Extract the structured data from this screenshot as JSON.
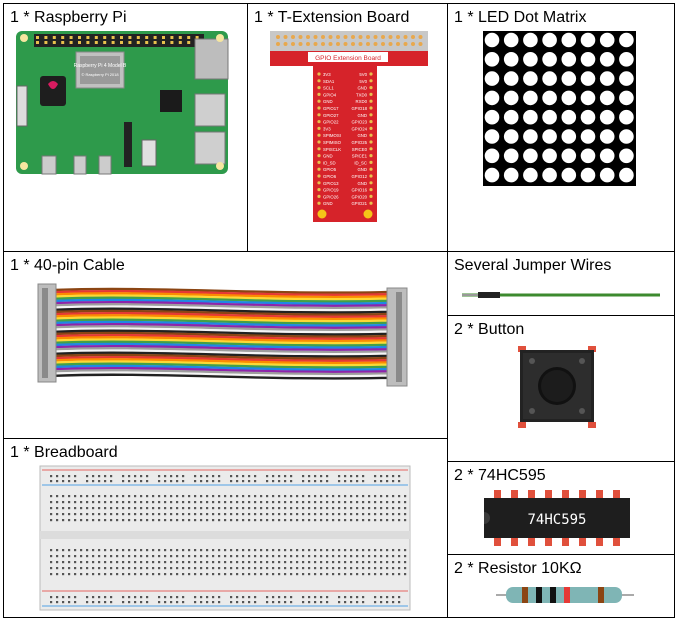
{
  "components": {
    "raspberry_pi": {
      "label": "1 * Raspberry Pi",
      "chip_text": "Raspberry Pi 4 Model B",
      "brand": "© Raspberry Pi 2018"
    },
    "t_extension": {
      "label": "1 * T-Extension Board",
      "board_title": "GPIO Extension Board",
      "left_pins": [
        "3V3",
        "SDA1",
        "SCL1",
        "GPIO4",
        "GND",
        "GPIO17",
        "GPIO27",
        "GPIO22",
        "3V3",
        "SPIMOSI",
        "SPIMISO",
        "SPISCLK",
        "GND",
        "ID_SD",
        "GPIO5",
        "GPIO6",
        "GPIO13",
        "GPIO19",
        "GPIO26",
        "GND"
      ],
      "right_pins": [
        "5V0",
        "5V0",
        "GND",
        "TXD0",
        "RXD0",
        "GPIO18",
        "GND",
        "GPIO23",
        "GPIO24",
        "GND",
        "GPIO25",
        "SPICE0",
        "SPICE1",
        "ID_SC",
        "GND",
        "GPIO12",
        "GND",
        "GPIO16",
        "GPIO20",
        "GPIO21"
      ]
    },
    "led_matrix": {
      "label": "1 * LED Dot Matrix",
      "rows": 8,
      "cols": 8
    },
    "cable": {
      "label": "1 * 40-pin Cable"
    },
    "jumper": {
      "label": "Several Jumper Wires"
    },
    "button": {
      "label": "2 * Button"
    },
    "breadboard": {
      "label": "1 * Breadboard"
    },
    "ic": {
      "label": "2 * 74HC595",
      "chip_text": "74HC595"
    },
    "resistor": {
      "label": "2 * Resistor 10KΩ"
    }
  },
  "colors": {
    "pcb_green": "#2e9a4b",
    "ext_red": "#d6232a",
    "pin_gold": "#e8c14d",
    "matrix_black": "#000000",
    "chip_black": "#1e1e1e",
    "pin_red": "#e0503c",
    "rainbow": [
      "#8b4513",
      "#e53935",
      "#fb8c00",
      "#fdd835",
      "#43a047",
      "#1e88e5",
      "#8e24aa",
      "#9e9e9e",
      "#f5f5f5",
      "#212121"
    ]
  }
}
